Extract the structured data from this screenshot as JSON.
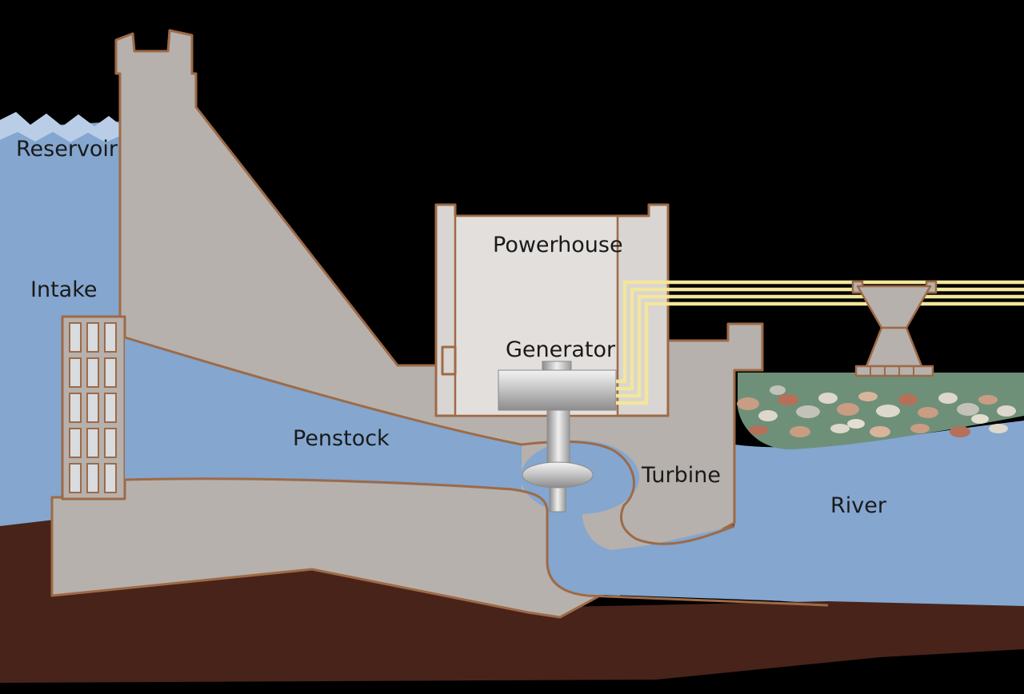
{
  "diagram": {
    "labels": {
      "reservoir": "Reservoir",
      "intake": "Intake",
      "penstock": "Penstock",
      "powerhouse": "Powerhouse",
      "generator": "Generator",
      "turbine": "Turbine",
      "river": "River"
    },
    "colors": {
      "background": "#000000",
      "water": "#84a6cf",
      "water_light": "#b9cde6",
      "structure_gray": "#b6b1ad",
      "powerhouse_gray": "#d8d5d2",
      "powerhouse_inner": "#e2dfdc",
      "earth_brown": "#48231a",
      "bank_green": "#6e9078",
      "outline_brown": "#9e6a47",
      "wire_yellow": "#f3e69c",
      "grate_slot": "#d8dcdf",
      "label_text": "#1a1a1a"
    },
    "rock_colors": [
      "#c89d84",
      "#ded7cb",
      "#b66f58",
      "#c2c2b8",
      "#d9b49c",
      "#e4ded2"
    ]
  }
}
